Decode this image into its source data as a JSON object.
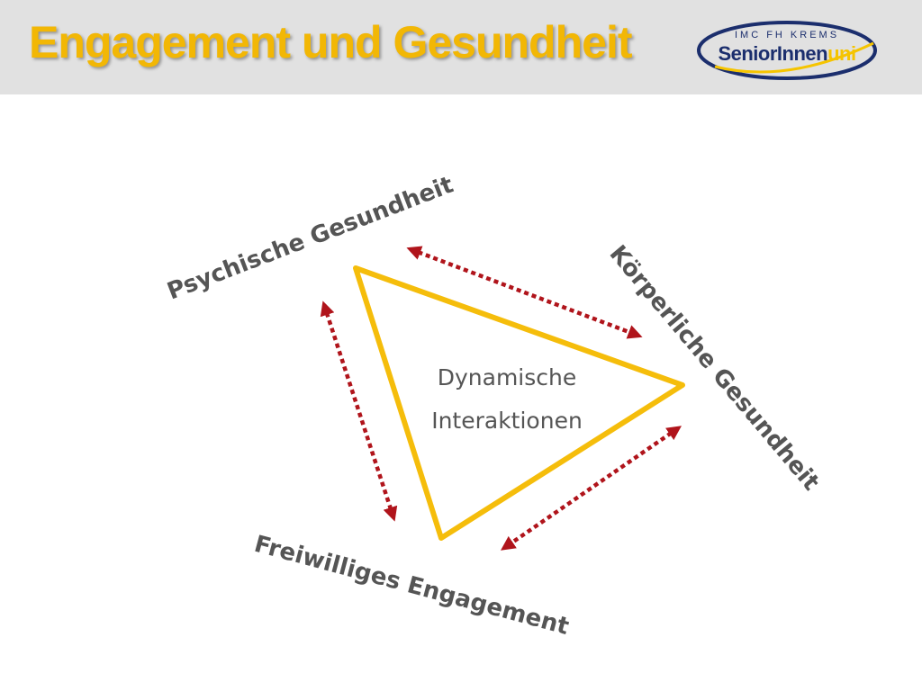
{
  "slide": {
    "title": "Engagement und Gesundheit"
  },
  "logo": {
    "line1": "IMC FH KREMS",
    "word_a": "SeniorInnen",
    "word_b": "uni"
  },
  "diagram": {
    "vertices": {
      "top": "Psychische Gesundheit",
      "right": "Körperliche Gesundheit",
      "bottom": "Freiwilliges Engagement"
    },
    "center_lines": [
      "Dynamische",
      "Interaktionen"
    ]
  },
  "colors": {
    "title": "#f2b705",
    "header_bg": "#e1e1e1",
    "triangle": "#f5bd0b",
    "arrows": "#b0141b",
    "label_text": "#555555",
    "logo_navy": "#1b2e6d",
    "logo_yellow": "#f5c400"
  },
  "icons": {
    "arrow_head": "arrowhead-icon"
  }
}
